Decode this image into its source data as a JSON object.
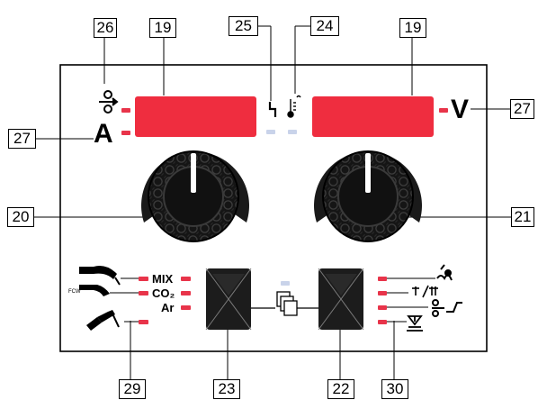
{
  "callouts": {
    "c26": "26",
    "c19_left": "19",
    "c25": "25",
    "c24": "24",
    "c19_right": "19",
    "c27_left": "27",
    "c27_right": "27",
    "c20": "20",
    "c21": "21",
    "c29": "29",
    "c23": "23",
    "c22": "22",
    "c30": "30"
  },
  "panel": {
    "current_unit": "A",
    "voltage_unit": "V",
    "process_label": "FCW",
    "gas_mix": "MIX",
    "gas_co2": "CO₂",
    "gas_ar": "Ar"
  },
  "colors": {
    "display_red": "#ef2d3f",
    "led_red": "#e8344a",
    "led_off": "#c9d3ea",
    "knob_dark": "#111111",
    "button_dark": "#1c1c1c"
  },
  "icons": {
    "wire_feed": "wire-feed-icon",
    "voltage_ramp": "lightning-icon",
    "thermal": "thermometer-icon",
    "memory": "memory-pages-icon",
    "welding_torch": "torch-icon",
    "stick_holder": "electrode-holder-icon"
  }
}
